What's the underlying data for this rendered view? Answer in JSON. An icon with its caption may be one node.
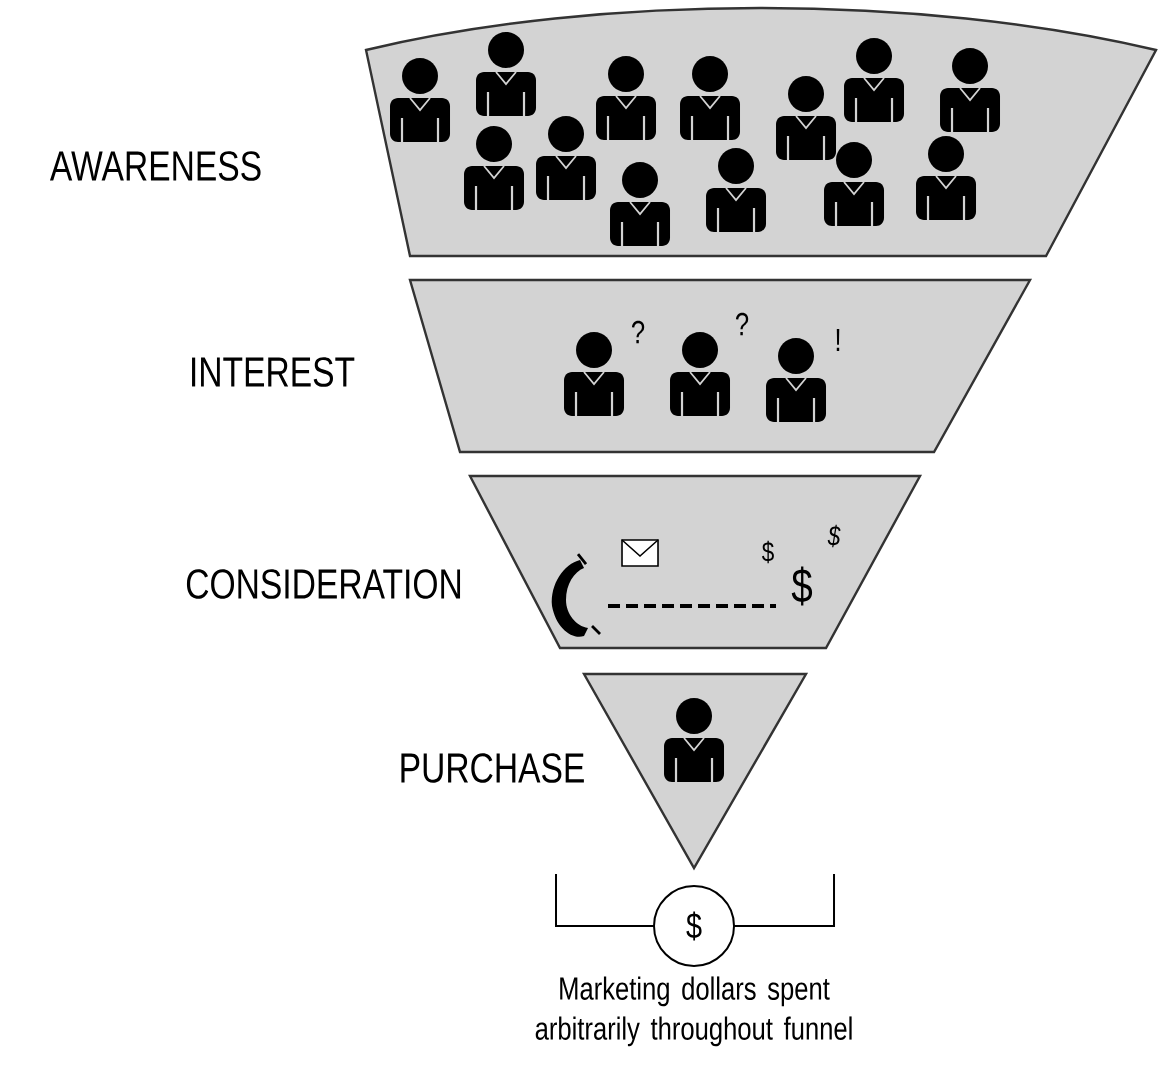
{
  "diagram": {
    "nodes": [
      {
        "text": [
          "AWARENESS"
        ]
      },
      {
        "text": [
          "INTEREST",
          "?",
          "?",
          "!"
        ]
      },
      {
        "text": [
          "CONSIDERATION",
          "$",
          "$",
          "$"
        ]
      },
      {
        "text": [
          "PURCHASE"
        ]
      },
      {
        "text": [
          "$"
        ]
      }
    ],
    "caption": "Marketing dollars spent arbitrarily throughout funnel",
    "edges": []
  }
}
